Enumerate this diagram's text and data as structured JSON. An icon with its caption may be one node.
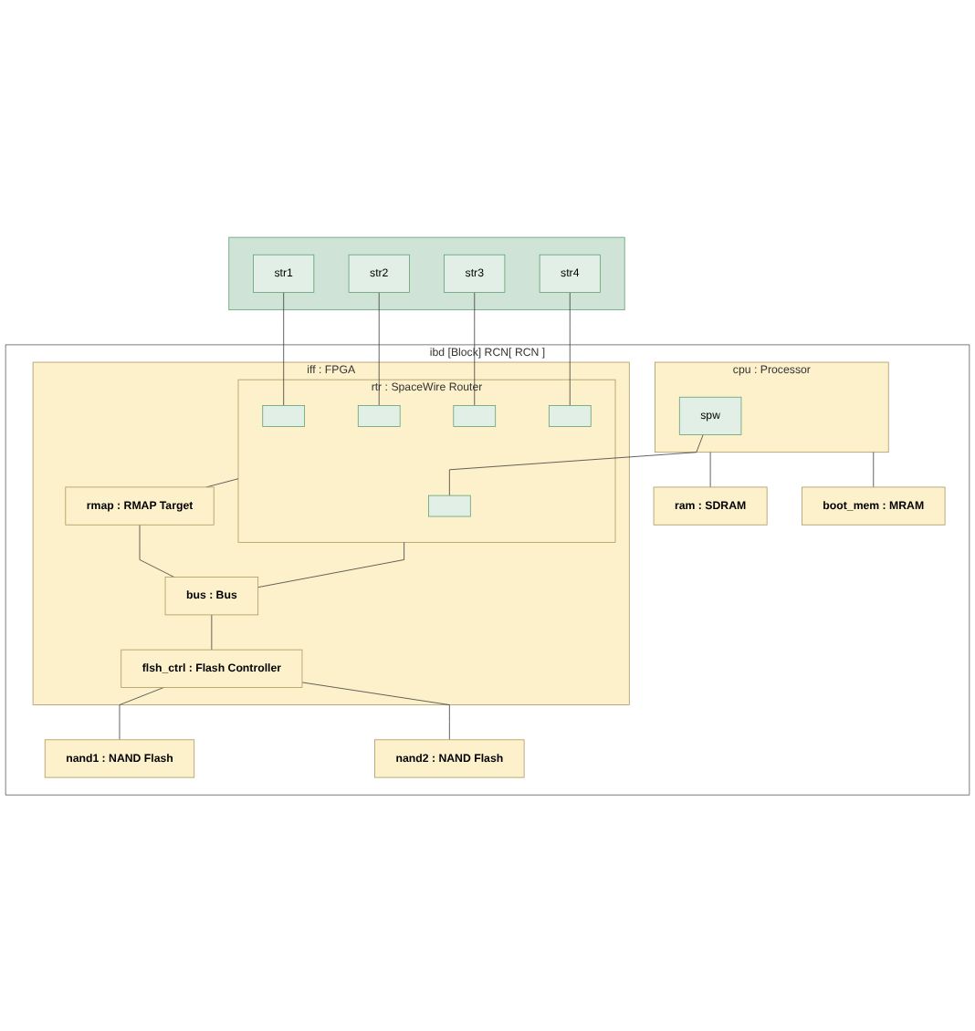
{
  "diagram": {
    "nodes": [
      {
        "text": [
          "ibd [Block] RCN[ RCN ]"
        ]
      },
      {
        "text": [
          "cpu : Processor"
        ],
        "in": 0
      },
      {
        "text": [
          "spw"
        ],
        "in": 1
      },
      {
        "text": [
          "ram : SDRAM"
        ],
        "in": 0
      },
      {
        "text": [
          "boot_mem : MRAM"
        ],
        "in": 0
      },
      {
        "text": [
          "iff : FPGA"
        ],
        "in": 0
      },
      {
        "text": [],
        "shape": "bar"
      },
      {
        "text": [
          "str1"
        ],
        "in": 6
      },
      {
        "text": [
          "str2"
        ],
        "in": 6
      },
      {
        "text": [
          "str3"
        ],
        "in": 6
      },
      {
        "text": [
          "str4"
        ],
        "in": 6
      },
      {
        "text": [
          "rtr : SpaceWire Router"
        ],
        "in": 5
      },
      {
        "text": [],
        "shape": "box",
        "in": 11
      },
      {
        "text": [],
        "shape": "box",
        "in": 11
      },
      {
        "text": [],
        "shape": "box",
        "in": 11
      },
      {
        "text": [],
        "shape": "box",
        "in": 11
      },
      {
        "text": [],
        "shape": "box",
        "in": 11
      },
      {
        "text": [
          "rmap : RMAP Target"
        ],
        "in": 5
      },
      {
        "text": [
          "bus : Bus"
        ],
        "in": 5
      },
      {
        "text": [
          "flsh_ctrl : Flash Controller"
        ],
        "in": 5
      },
      {
        "text": [
          "nand1 : NAND Flash"
        ],
        "in": 0
      },
      {
        "text": [
          "nand2 : NAND Flash"
        ],
        "in": 0
      }
    ],
    "edges": [
      {
        "from": 1,
        "to": 3,
        "arrow": "none"
      },
      {
        "from": 1,
        "to": 4,
        "arrow": "none"
      },
      {
        "from": 2,
        "to": 16,
        "arrow": "none"
      },
      {
        "from": 7,
        "to": 12,
        "arrow": "none"
      },
      {
        "from": 8,
        "to": 13,
        "arrow": "none"
      },
      {
        "from": 9,
        "to": 14,
        "arrow": "none"
      },
      {
        "from": 10,
        "to": 15,
        "arrow": "none"
      },
      {
        "from": 11,
        "to": 17,
        "arrow": "none"
      },
      {
        "from": 11,
        "to": 18,
        "arrow": "none"
      },
      {
        "from": 17,
        "to": 18,
        "arrow": "none"
      },
      {
        "from": 18,
        "to": 19,
        "arrow": "none"
      },
      {
        "from": 19,
        "to": 20,
        "arrow": "none"
      },
      {
        "from": 19,
        "to": 21,
        "arrow": "none"
      }
    ]
  }
}
